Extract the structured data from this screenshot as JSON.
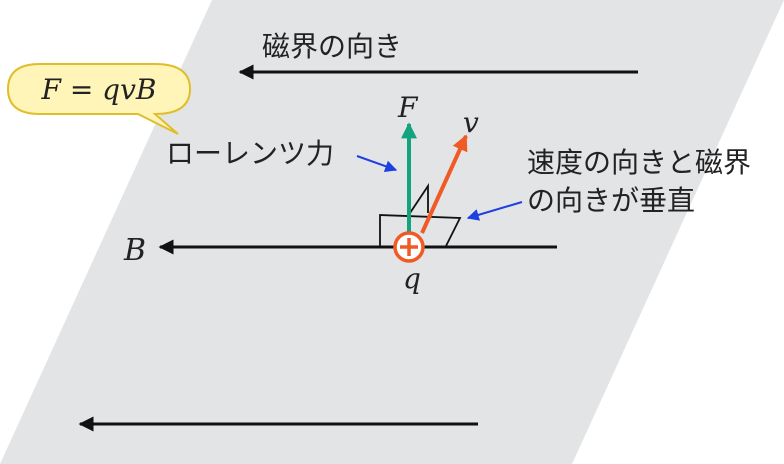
{
  "labels": {
    "field_direction": "磁界の向き",
    "formula": "F = qvB",
    "lorentz_force": "ローレンツ力",
    "perpendicular_line1": "速度の向きと磁界",
    "perpendicular_line2": "の向きが垂直",
    "force_symbol": "F",
    "velocity_symbol": "v",
    "field_symbol": "B",
    "charge_symbol": "q"
  },
  "colors": {
    "plane": "#e3e4e6",
    "force": "#14a37f",
    "velocity": "#f05a24",
    "callout_fill": "#fff5b8",
    "callout_stroke": "#e0bd2a",
    "pointer": "#1f3fe0",
    "charge": "#f05a24"
  },
  "icons": {
    "charge": "plus-circle-icon"
  }
}
